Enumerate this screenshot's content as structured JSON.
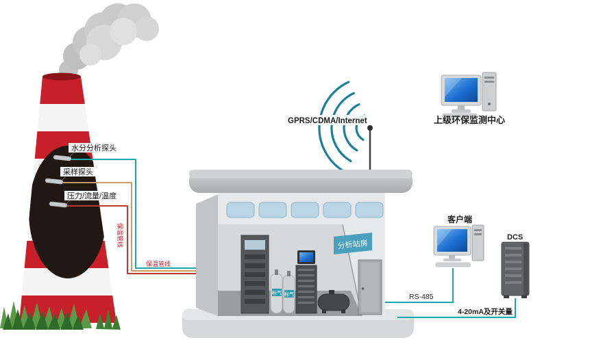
{
  "colors": {
    "teal_line": "#1BA7AD",
    "tan_line": "#C89A66",
    "red_line": "#C0392B",
    "chimney_red": "#C8202A",
    "arc_blue": "#1A7F9C",
    "screen_blue": "#1E6FD0",
    "banner_teal": "#4AA0BF"
  },
  "chimney": {
    "probe_labels": [
      {
        "label": "水分分析探头"
      },
      {
        "label": "采样探头"
      },
      {
        "label": "压力/流量/温度"
      }
    ],
    "pipeline_label_vertical": "保温管线",
    "pipeline_label_horizontal": "保温管线"
  },
  "station": {
    "name": "分析站房",
    "cylinder_label": "标气"
  },
  "network": {
    "wireless_label": "GPRS/CDMA/Internet",
    "monitoring_center_label": "上级环保监测中心",
    "client_label": "客户端",
    "dcs_label": "DCS",
    "rs485_label": "RS-485",
    "analog_label": "4-20mA及开关量"
  }
}
